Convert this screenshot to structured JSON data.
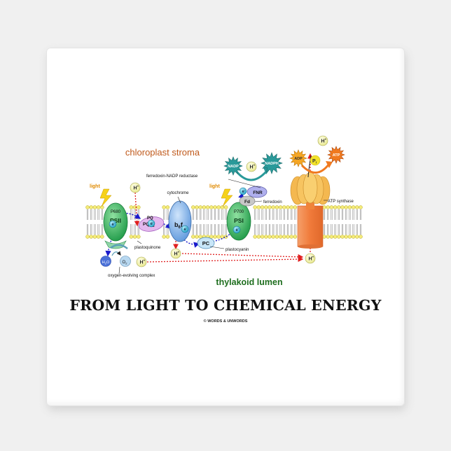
{
  "labels": {
    "stroma": "chloroplast stroma",
    "lumen": "thylakoid lumen",
    "light_left": "light",
    "light_right": "light",
    "psii_top": "P680",
    "psii": "PSII",
    "psi_top": "P700",
    "psi": "PSI",
    "cytochrome": "cytochrome",
    "b6f_b": "b",
    "b6f_sub": "6",
    "b6f_f": "f",
    "pq": "PQ",
    "pqh2": "PQH",
    "pqh2_sub": "2",
    "plastoquinone": "plastoquinone",
    "pc": "PC",
    "plastocyanin": "plastocyanin",
    "fnr": "FNR",
    "fnr_label": "ferredoxin-NADP reductase",
    "fd": "Fd",
    "ferredoxin": "ferredoxin",
    "nadp": "NADP",
    "nadph": "NADPH",
    "adp": "ADP",
    "pi": "P",
    "pi_sub": "i",
    "atp": "ATP",
    "atp_synthase": "ATP synthase",
    "h2o": "H",
    "h2o_sub": "2",
    "h2o_o": "O",
    "o2": "O",
    "o2_sub": "2",
    "oec": "oxygen-evolving complex",
    "e": "e",
    "e_sup": "-",
    "h": "H",
    "h_sup": "+"
  },
  "title": "FROM LIGHT TO CHEMICAL ENERGY",
  "copyright": "© WORDS & UNWORDS",
  "colors": {
    "stroma": "#c05a1c",
    "lumen": "#1f6e1f",
    "light": "#e08a00",
    "photosystem": "#2faa55",
    "cytochrome": "#7fb0e8",
    "plastoquinone": "#d9a6e6",
    "plastocyanin": "#bfe0f5",
    "electron": "#1aa7c9",
    "proton": "#f4f4b0",
    "fnr": "#a9a9e6",
    "nadp": "#2a9a9a",
    "atp_synthase_head": "#f2b04a",
    "atp_synthase_stalk": "#f28a4a",
    "adp": "#f5a623",
    "pi": "#f3e22a",
    "atp": "#f07a20",
    "proton_path": "#e02020",
    "electron_path": "#1a1acc"
  }
}
